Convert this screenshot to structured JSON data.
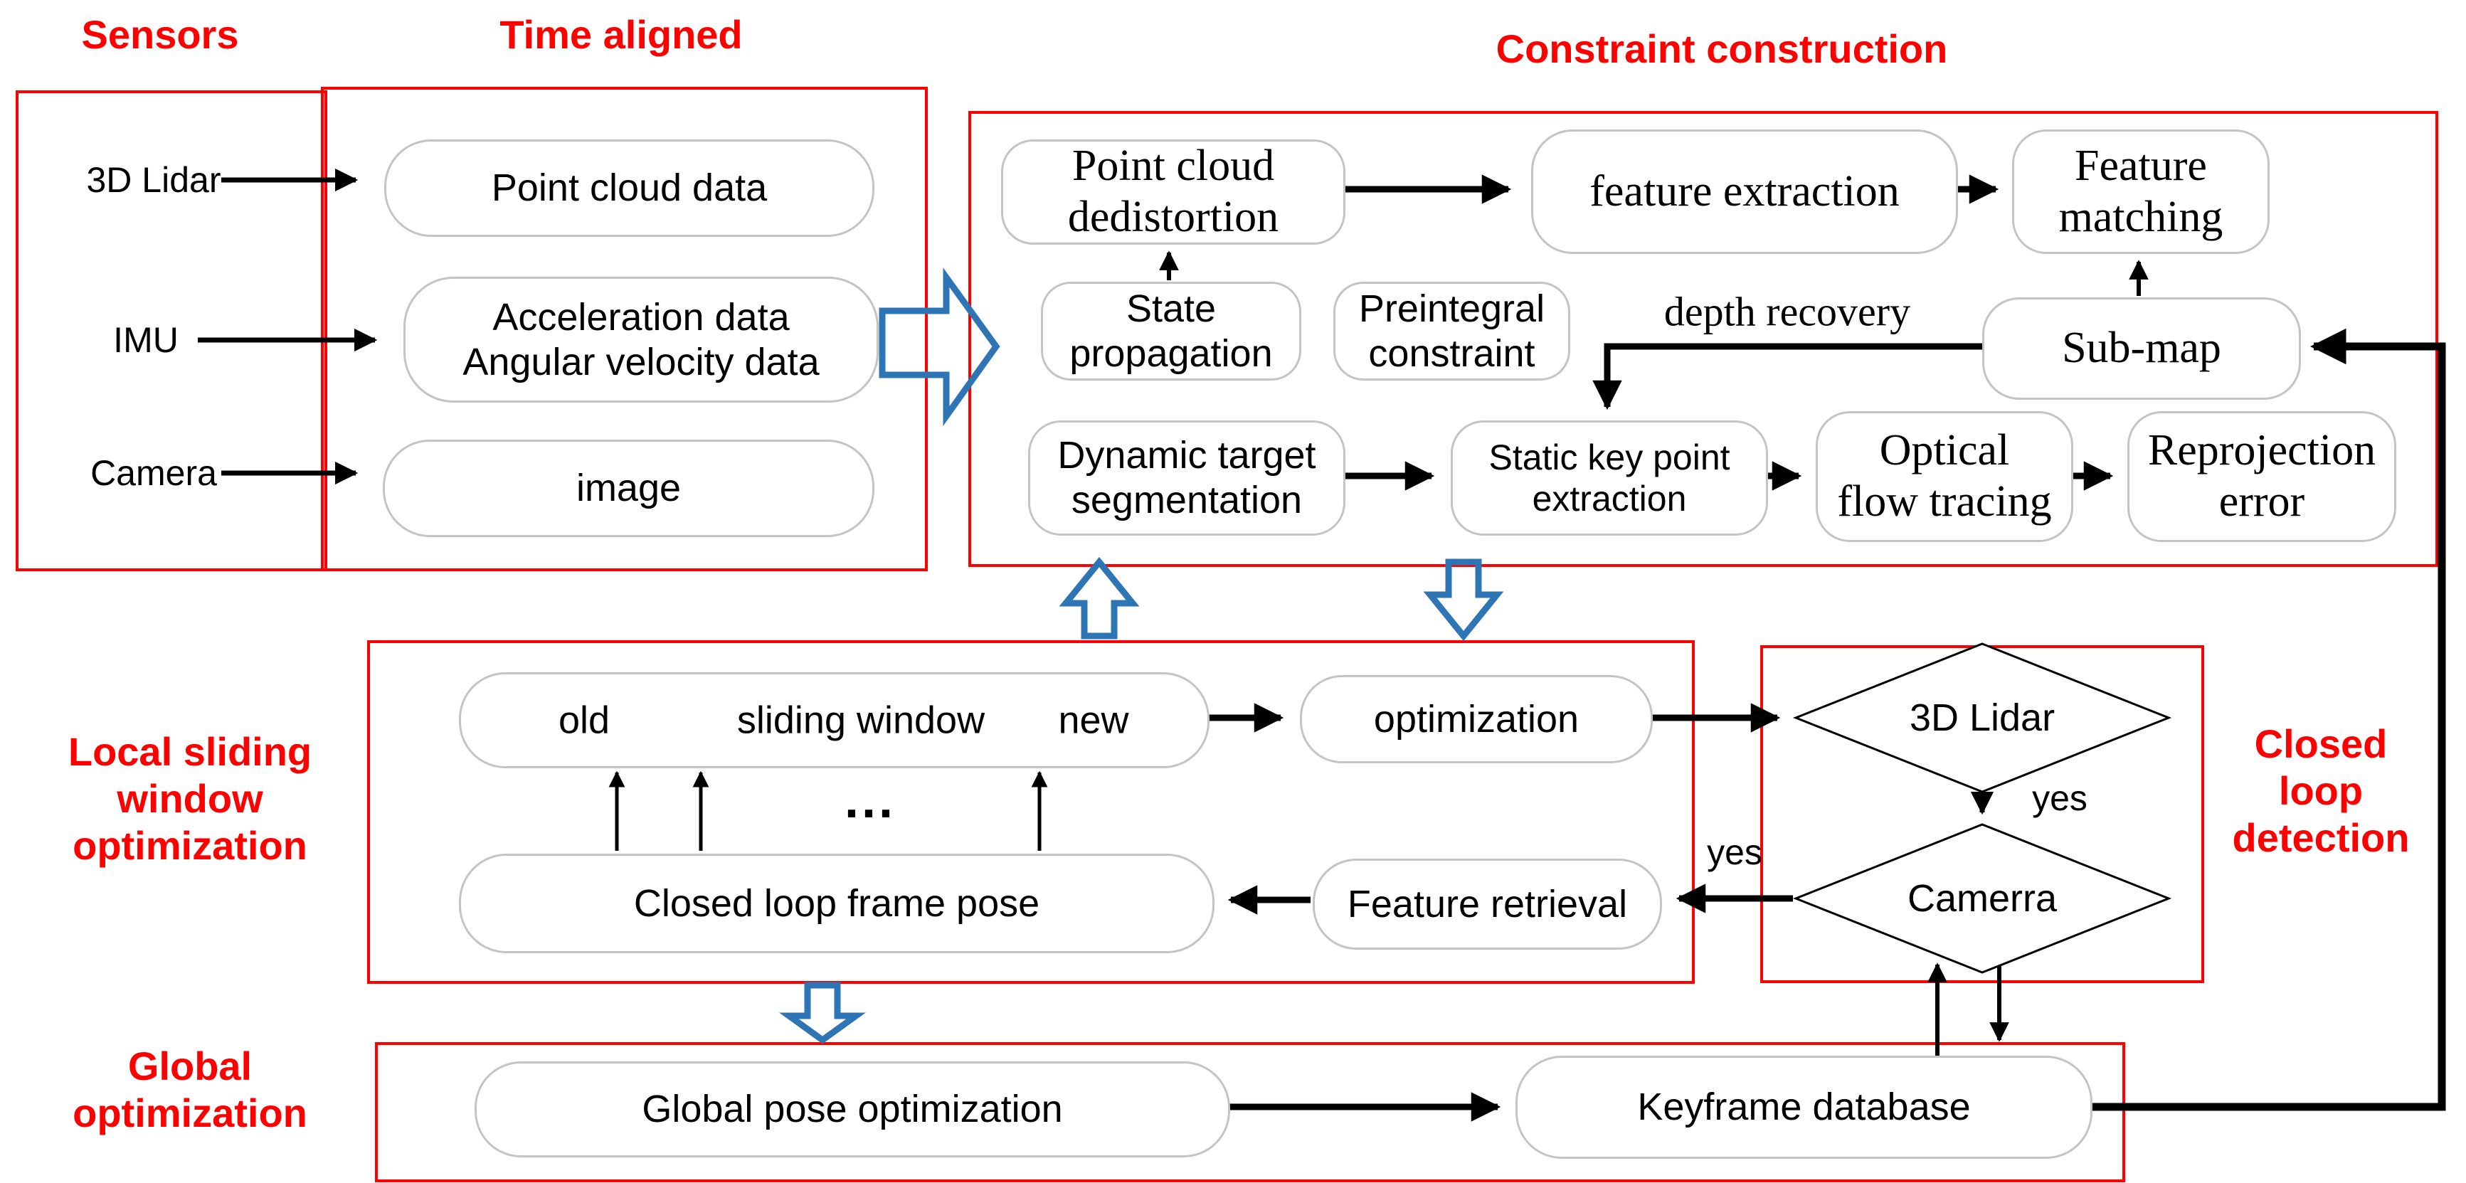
{
  "section_labels": {
    "sensors": "Sensors",
    "time_aligned": "Time aligned",
    "constraint_construction": "Constraint construction",
    "local_sliding_window": "Local sliding\nwindow\noptimization",
    "closed_loop_detection": "Closed loop\ndetection",
    "global_optimization": "Global\noptimization"
  },
  "sensors": {
    "lidar": "3D Lidar",
    "imu": "IMU",
    "camera": "Camera"
  },
  "time_aligned": {
    "point_cloud_data": "Point cloud data",
    "imu_data": "Acceleration data\nAngular velocity data",
    "image": "image"
  },
  "constraint_construction": {
    "point_cloud_dedistortion": "Point cloud\ndedistortion",
    "feature_extraction": "feature extraction",
    "feature_matching": "Feature\nmatching",
    "state_propagation": "State\npropagation",
    "preintegral_constraint": "Preintegral\nconstraint",
    "sub_map": "Sub-map",
    "dynamic_target_segmentation": "Dynamic target\nsegmentation",
    "static_key_point_extraction": "Static key point\nextraction",
    "optical_flow_tracing": "Optical\nflow tracing",
    "reprojection_error": "Reprojection\nerror",
    "depth_recovery_label": "depth recovery"
  },
  "local_window": {
    "old": "old",
    "sliding_window": "sliding window",
    "new": "new",
    "ellipsis": "...",
    "optimization": "optimization",
    "closed_loop_frame_pose": "Closed loop frame pose",
    "feature_retrieval": "Feature retrieval",
    "yes_label": "yes"
  },
  "closed_loop": {
    "lidar_check": "3D Lidar",
    "camera_check": "Camerra",
    "yes_label": "yes"
  },
  "global_opt": {
    "global_pose_optimization": "Global pose optimization",
    "keyframe_database": "Keyframe database"
  },
  "colors": {
    "section_red": "#fe0000",
    "flow_black": "#000000",
    "stage_blue": "#2e75b6",
    "capsule_border": "#c4c4c4"
  }
}
